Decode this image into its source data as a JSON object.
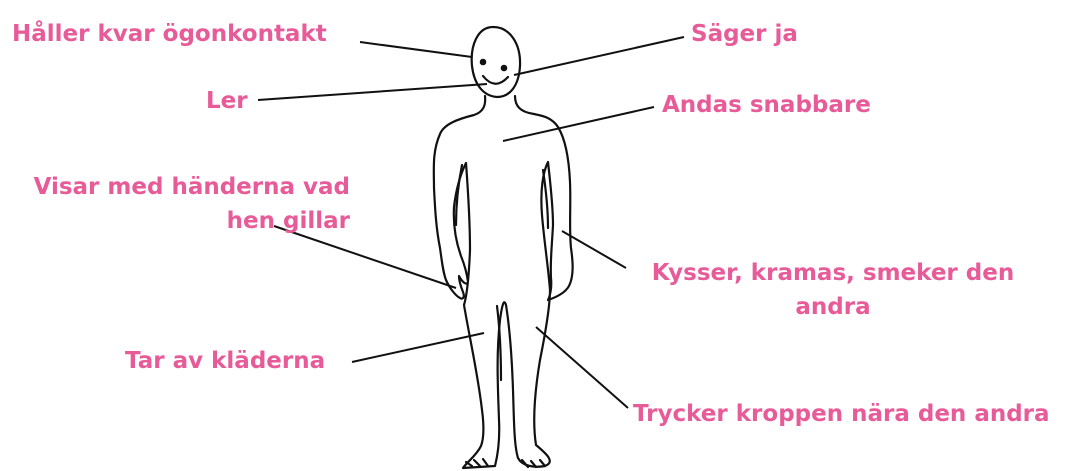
{
  "colors": {
    "label_text": "#e75b98",
    "figure_outline": "#111111",
    "leader_line": "#111111"
  },
  "labels": {
    "eye_contact": "Håller kvar ögonkontakt",
    "says_yes": "Säger ja",
    "smiles": "Ler",
    "breathes_faster": "Andas snabbare",
    "shows_with_hands_1": "Visar med händerna vad",
    "shows_with_hands_2": "hen gillar",
    "kisses_hugs_1": "Kysser, kramas, smeker den",
    "kisses_hugs_2": "andra",
    "undresses": "Tar av kläderna",
    "presses_body": "Trycker kroppen nära den andra"
  }
}
